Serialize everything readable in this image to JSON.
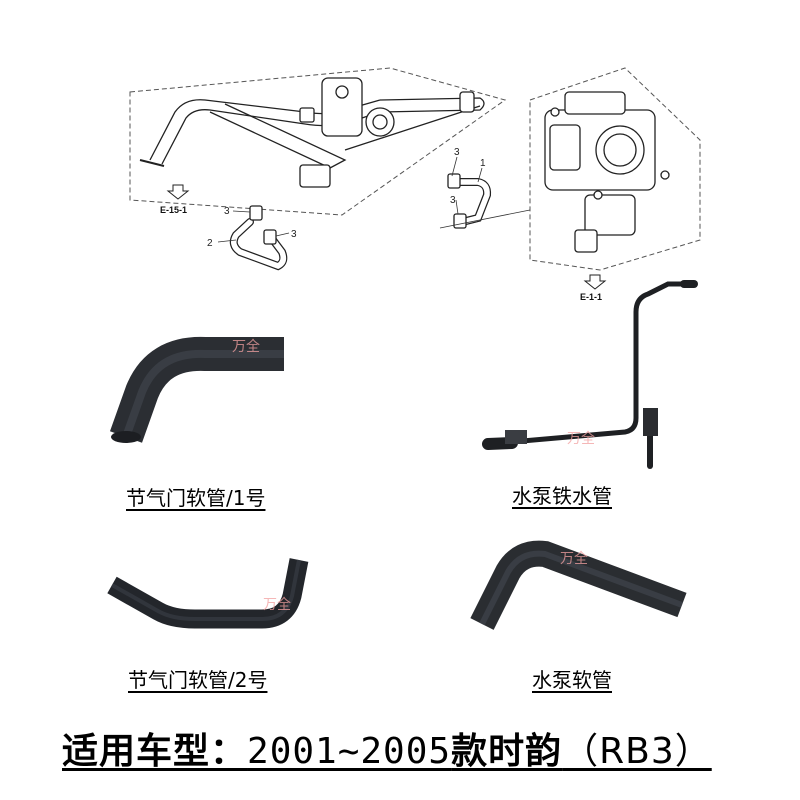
{
  "diagram": {
    "callouts": [
      "1",
      "2",
      "3",
      "3",
      "3",
      "3"
    ],
    "ref_left": "E-15-1",
    "ref_right": "E-1-1"
  },
  "products": {
    "hose1_caption": "节气门软管/1号",
    "iron_pipe_caption": "水泵铁水管",
    "hose2_caption": "节气门软管/2号",
    "pump_hose_caption": "水泵软管"
  },
  "watermark": "万全",
  "footer": {
    "label": "适用车型：",
    "years": "2001~2005",
    "model": "款时韵",
    "code": "（RB3）"
  }
}
